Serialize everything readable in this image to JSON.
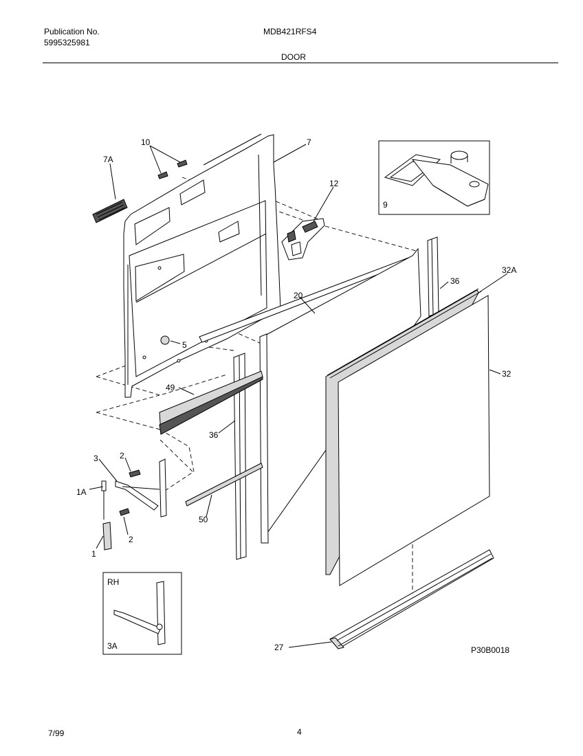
{
  "header": {
    "publication_label": "Publication No.",
    "publication_number": "5995325981",
    "model": "MDB421RFS4",
    "section": "DOOR"
  },
  "diagram": {
    "figure_code": "P30B0018",
    "inset_top": {
      "label": "9"
    },
    "inset_bottom": {
      "side_label": "RH",
      "part_label": "3A"
    },
    "callouts": {
      "c10": "10",
      "c7": "7",
      "c7a": "7A",
      "c12": "12",
      "c36_top": "36",
      "c32a": "32A",
      "c20": "20",
      "c5": "5",
      "c32": "32",
      "c49": "49",
      "c36_mid": "36",
      "c3": "3",
      "c2_top": "2",
      "c1a": "1A",
      "c50": "50",
      "c2_bot": "2",
      "c1": "1",
      "c27": "27"
    }
  },
  "footer": {
    "date": "7/99",
    "page": "4"
  }
}
